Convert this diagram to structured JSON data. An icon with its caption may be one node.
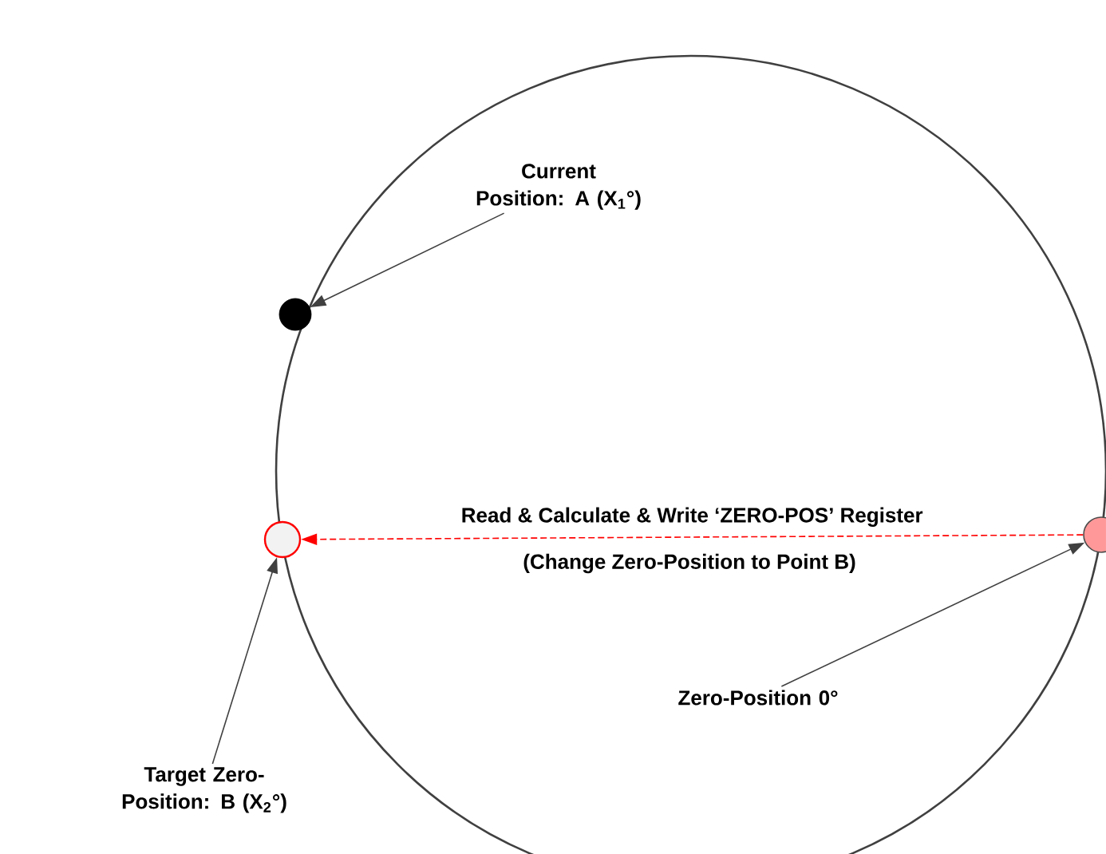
{
  "diagram": {
    "nodes": [
      {
        "text": [
          "Current Position: A (X$_{1}$°)"
        ]
      },
      {
        "text": [],
        "shape": "circle"
      },
      {
        "text": [],
        "shape": "circle"
      },
      {
        "text": [],
        "shape": "circle"
      },
      {
        "text": [
          "Zero-Position 0°"
        ]
      },
      {
        "text": [
          "Target Zero-Position: B (X$_{2}$°)"
        ]
      }
    ],
    "edges": [
      {
        "from": 0,
        "to": 1,
        "arrow": "to"
      },
      {
        "from": 3,
        "to": 2,
        "arrow": "to",
        "style": "dashed",
        "color": "#ff0000",
        "label": "Read & Calculate & Write ‘ZERO-POS’ Register"
      },
      {
        "from": 4,
        "to": 3,
        "arrow": "to"
      },
      {
        "from": 5,
        "to": 2,
        "arrow": "to"
      }
    ],
    "labels": [
      "(Change Zero-Position to Point B)"
    ]
  }
}
